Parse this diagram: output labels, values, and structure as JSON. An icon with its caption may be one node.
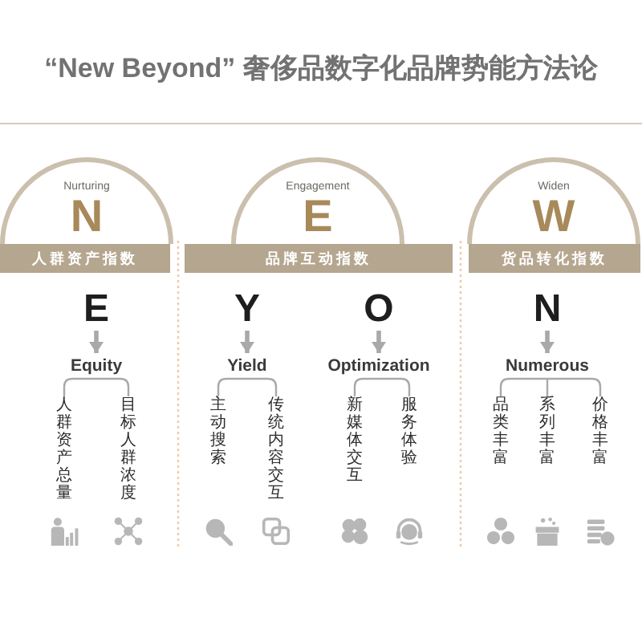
{
  "diagram": {
    "title": "“New Beyond” 奢侈品数字化品牌势能方法论",
    "nodes": [
      {
        "text": [
          "Nurturing",
          "N"
        ]
      },
      {
        "text": [
          "Engagement",
          "E"
        ]
      },
      {
        "text": [
          "Widen",
          "W"
        ]
      },
      {
        "text": [
          "人群资产指数"
        ]
      },
      {
        "text": [
          "品牌互动指数"
        ]
      },
      {
        "text": [
          "货品转化指数"
        ]
      },
      {
        "text": [
          "E"
        ]
      },
      {
        "text": [
          "Equity"
        ]
      },
      {
        "text": [
          "人群资产总量"
        ]
      },
      {
        "text": [
          "目标人群浓度"
        ]
      },
      {
        "text": [
          "Y"
        ]
      },
      {
        "text": [
          "Yield"
        ]
      },
      {
        "text": [
          "主动搜索"
        ]
      },
      {
        "text": [
          "传统内容交互"
        ]
      },
      {
        "text": [
          "O"
        ]
      },
      {
        "text": [
          "Optimization"
        ]
      },
      {
        "text": [
          "新媒体交互"
        ]
      },
      {
        "text": [
          "服务体验"
        ]
      },
      {
        "text": [
          "N"
        ]
      },
      {
        "text": [
          "Numerous"
        ]
      },
      {
        "text": [
          "品类丰富"
        ]
      },
      {
        "text": [
          "系列丰富"
        ]
      },
      {
        "text": [
          "价格丰富"
        ]
      }
    ],
    "edges": [
      {
        "from": 6,
        "to": 7,
        "arrow": "to",
        "style": "thick"
      },
      {
        "from": 7,
        "to": 8,
        "arrow": "none"
      },
      {
        "from": 7,
        "to": 9,
        "arrow": "none"
      },
      {
        "from": 10,
        "to": 11,
        "arrow": "to",
        "style": "thick"
      },
      {
        "from": 11,
        "to": 12,
        "arrow": "none"
      },
      {
        "from": 11,
        "to": 13,
        "arrow": "none"
      },
      {
        "from": 14,
        "to": 15,
        "arrow": "to",
        "style": "thick"
      },
      {
        "from": 15,
        "to": 16,
        "arrow": "none"
      },
      {
        "from": 15,
        "to": 17,
        "arrow": "none"
      },
      {
        "from": 18,
        "to": 19,
        "arrow": "to",
        "style": "thick"
      },
      {
        "from": 19,
        "to": 20,
        "arrow": "none"
      },
      {
        "from": 19,
        "to": 21,
        "arrow": "none"
      },
      {
        "from": 19,
        "to": 22,
        "arrow": "none"
      }
    ]
  }
}
